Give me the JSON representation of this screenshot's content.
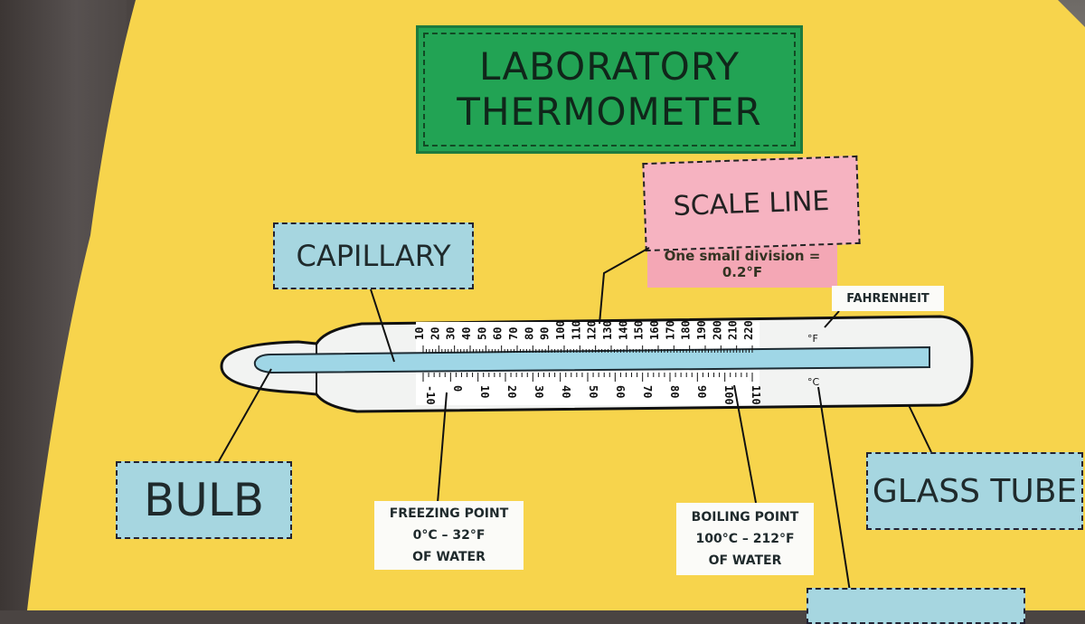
{
  "title": {
    "line1": "LABORATORY",
    "line2": "THERMOMETER"
  },
  "labels": {
    "scale_line": "SCALE LINE",
    "scale_note": "One small division = 0.2°F",
    "capillary": "CAPILLARY",
    "bulb": "BULB",
    "glass_tube": "GLASS TUBE",
    "fahrenheit": "FAHRENHEIT",
    "freezing": {
      "line1": "FREEZING POINT",
      "line2": "0°C – 32°F",
      "line3": "OF WATER"
    },
    "boiling": {
      "line1": "BOILING POINT",
      "line2": "100°C – 212°F",
      "line3": "OF WATER"
    }
  },
  "units": {
    "fahrenheit": "°F",
    "celsius": "°C"
  },
  "fahrenheit_scale": [
    "10",
    "20",
    "30",
    "40",
    "50",
    "60",
    "70",
    "80",
    "90",
    "100",
    "110",
    "120",
    "130",
    "140",
    "150",
    "160",
    "170",
    "180",
    "190",
    "200",
    "210",
    "220"
  ],
  "celsius_scale": [
    "-10",
    "0",
    "10",
    "20",
    "30",
    "40",
    "50",
    "60",
    "70",
    "80",
    "90",
    "100",
    "110"
  ],
  "colors": {
    "paper": "#f7d44c",
    "label_blue": "#a6d6e0",
    "title_green": "#22a354",
    "scale_pink": "#f6b3c1"
  }
}
